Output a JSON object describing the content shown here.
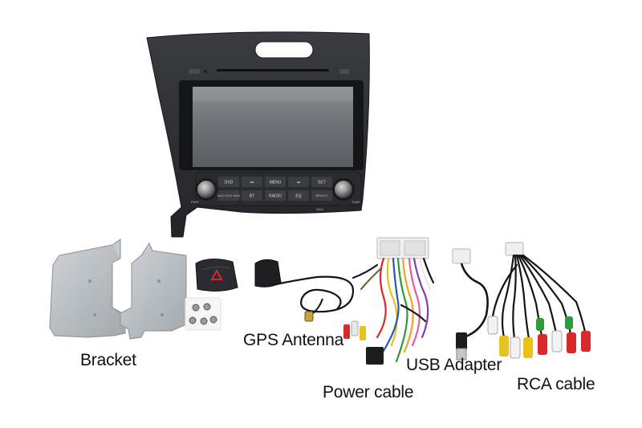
{
  "captions": {
    "bracket": "Bracket",
    "gps_antenna": "GPS Antenna",
    "power_cable": "Power cable",
    "usb_adapter": "USB Adapter",
    "rca_cable": "RCA cable"
  },
  "head_unit": {
    "buttons_top": [
      "DVD",
      "⏮",
      "MENU",
      "⏭",
      "SET"
    ],
    "buttons_bottom": [
      "NAVI DVD NAVI",
      "BT",
      "RADIO",
      "EQ",
      "BRIGHT"
    ],
    "corner_labels": [
      "PWR",
      "TUNE",
      "NAVI"
    ]
  },
  "colors": {
    "bezel": "#2c2e31",
    "screen": "#6e7075",
    "bracket": "#b9bec2",
    "rca_red": "#d9282c",
    "rca_yellow": "#e8c21a",
    "rca_white": "#f2f2f2",
    "rca_green": "#2f9a3a"
  }
}
